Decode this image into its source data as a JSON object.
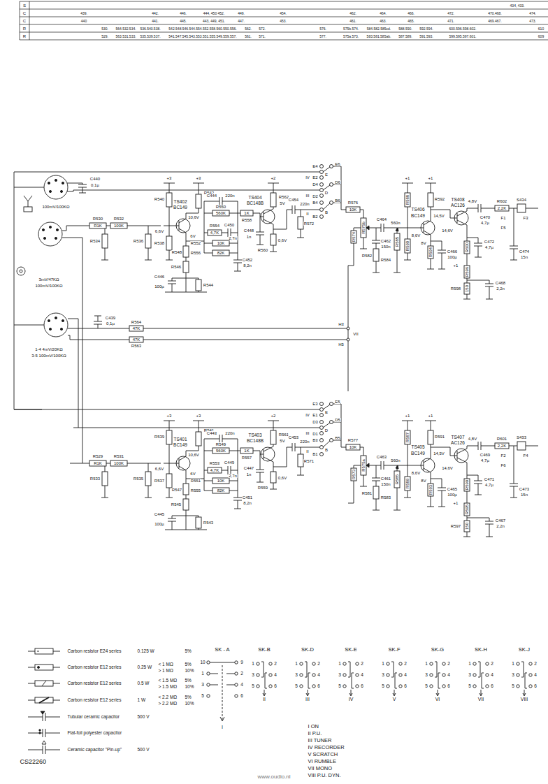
{
  "diagram": {
    "labels": [
      "S",
      "C",
      "C",
      "R",
      "R",
      "434, 433.",
      "439.",
      "442.",
      "446.",
      "444, 450 452.",
      "449.",
      "454.",
      "462.",
      "464.",
      "466.",
      "472.",
      "470.468.",
      "474.",
      "440",
      "441.",
      "445.",
      "443, 449, 451.",
      "447.",
      "453.",
      "461.",
      "463.",
      "465.",
      "471.",
      "469.467.",
      "473.",
      "530.",
      "564.532.534.",
      "536.540.538.",
      "542.548.546.544.554.552.558.560.550.556.",
      "562.",
      "572.",
      "576.",
      "575b.574.",
      "584.582.585cd.",
      "588.590.",
      "592.594.",
      "600.596.598.602.",
      "610",
      "529.",
      "563.531.533.",
      "535.539.537.",
      "541.547.545.543.553.551.555.549.559.557.",
      "561.",
      "571.",
      "577.",
      "575a.573.",
      "583.581.585ab.",
      "587.589.",
      "591.593.",
      "599.595.597.601.",
      "609",
      "R530",
      "R1K",
      "R532",
      "100K",
      "R534",
      "R536",
      "R538",
      "R540",
      "+3",
      "+3",
      "R542",
      "TS402",
      "BC149",
      "10,6V",
      "6,6V",
      "6V",
      "C444",
      "220n",
      "R550",
      "560K",
      "R554",
      "4,7K",
      "C450",
      "2,7n",
      "R552",
      "10K",
      "R556",
      "82K",
      "C452",
      "8,2n",
      "R548",
      "R546",
      "C446",
      "100µ",
      "R544",
      "R558",
      "1K",
      "C448",
      "1n",
      "TS404",
      "BC148B",
      "R562",
      "+2",
      "0,6V",
      "R560",
      "5V",
      "C454",
      "220n",
      "R572",
      "E4",
      "E6",
      "E",
      "IV",
      "E2",
      "D4",
      "D6",
      "D",
      "III",
      "D2",
      "B4",
      "B6",
      "B",
      "II",
      "B2",
      "R576",
      "10K",
      "R575b",
      "R574",
      "C464",
      "560n",
      "C462",
      "150n",
      "R582",
      "R584",
      "R585",
      "R588",
      "R590",
      "+1",
      "+1",
      "TS406",
      "BC149",
      "8,6V",
      "R592",
      "14,5V",
      "R594",
      "8V",
      "C466",
      "100µ",
      "TS408",
      "AC126",
      "4,8V",
      "14,6V",
      "C470",
      "4,7µ",
      "R602",
      "2,2K",
      "S434",
      "F1",
      "F3",
      "F5",
      "C474",
      "15n",
      "C472",
      "4,7µ",
      "R600",
      "R596",
      "R598",
      "150",
      "C468",
      "2,2n",
      "+1",
      "R529",
      "R1K",
      "R531",
      "100K",
      "R533",
      "R535",
      "R537",
      "R539",
      "+3",
      "+3",
      "R541",
      "TS401",
      "BC149",
      "10,6V",
      "6,6V",
      "6V",
      "C443",
      "220n",
      "R549",
      "560K",
      "R553",
      "4,7K",
      "C449",
      "2,7n",
      "R551",
      "10K",
      "R555",
      "82K",
      "C451",
      "8,2n",
      "R547",
      "R545",
      "C445",
      "100µ",
      "R543",
      "R557",
      "1K",
      "C447",
      "1n",
      "TS403",
      "BC148B",
      "R561",
      "+2",
      "0,6V",
      "R559",
      "5V",
      "C453",
      "220n",
      "R571",
      "E3",
      "E5",
      "E",
      "IV",
      "E1",
      "D3",
      "D5",
      "D",
      "III",
      "D1",
      "B3",
      "B5",
      "B",
      "II",
      "B1",
      "R577",
      "10K",
      "R575a",
      "R573",
      "C463",
      "560n",
      "C461",
      "150n",
      "R581",
      "R583",
      "R585",
      "R587",
      "R589",
      "+1",
      "+1",
      "TS405",
      "BC149",
      "8,6V",
      "R591",
      "14,5V",
      "R593",
      "8V",
      "C465",
      "100µ",
      "TS407",
      "AC126",
      "4,8V",
      "14,6V",
      "C469",
      "4,7µ",
      "R601",
      "2,2K",
      "S433",
      "F2",
      "F4",
      "F6",
      "C473",
      "15n",
      "C471",
      "4,7µ",
      "R599",
      "R595",
      "R597",
      "150",
      "C467",
      "2,2n",
      "+1",
      "C440",
      "0,1µ",
      "100mV/100KΩ",
      "3mV/47KΩ",
      "100mV/100KΩ",
      "C439",
      "0,1µ",
      "1-4 4mV/20KΩ",
      "3-5 100mV/100KΩ",
      "R564",
      "47K",
      "47K",
      "R563",
      "H3",
      "H5",
      "VII",
      "SK - A",
      "10",
      "9",
      "1",
      "2",
      "3",
      "4",
      "5",
      "6",
      "I",
      "SK-B",
      "1",
      "2",
      "3",
      "4",
      "5",
      "6",
      "II",
      "SK-D",
      "1",
      "2",
      "3",
      "4",
      "5",
      "6",
      "III",
      "SK-E",
      "1",
      "2",
      "3",
      "4",
      "5",
      "6",
      "IV",
      "SK-F",
      "1",
      "2",
      "3",
      "4",
      "5",
      "6",
      "V",
      "SK-G",
      "1",
      "2",
      "3",
      "4",
      "5",
      "6",
      "VI",
      "SK-H",
      "1",
      "2",
      "3",
      "4",
      "5",
      "6",
      "VII",
      "SK-J",
      "1",
      "2",
      "3",
      "4",
      "5",
      "6",
      "VIII",
      "I ON",
      "II P.U.",
      "III TUNER",
      "IV RECORDER",
      "V SCRATCH",
      "VI RUMBLE",
      "VII MONO",
      "VIII P.U. DYN.",
      "0.125 W",
      "0.25 W",
      "0.5 W",
      "1 W",
      "500 V",
      "500 V",
      "< 1 MΩ",
      "> 1 MΩ",
      "< 1.5 MΩ",
      "> 1.5 MΩ",
      "< 2.2 MΩ",
      "> 2.2 MΩ",
      "5%",
      "5%",
      "10%",
      "5%",
      "10%",
      "5%",
      "10%",
      "CS22260",
      "www.oudio.nl"
    ],
    "legend": [
      {
        "text": "Carbon resistor E24 series"
      },
      {
        "text": "Carbon resistor E12 series"
      },
      {
        "text": "Carbon resistor E12 series"
      },
      {
        "text": "Carbon resistor E12 series"
      },
      {
        "text": "Tubular ceramic capacitor"
      },
      {
        "text": "Flat-foil polyester capacitor"
      },
      {
        "text": "Ceramic capacitor \"Pin-up\""
      }
    ]
  }
}
